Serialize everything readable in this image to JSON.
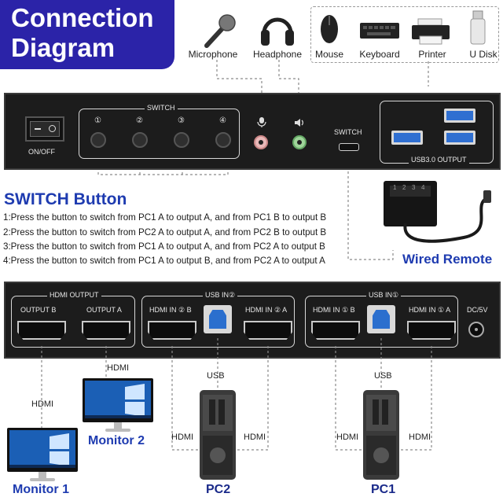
{
  "title": {
    "line1": "Connection",
    "line2": "Diagram"
  },
  "devices": {
    "microphone": "Microphone",
    "headphone": "Headphone",
    "mouse": "Mouse",
    "keyboard": "Keyboard",
    "printer": "Printer",
    "udisk": "U Disk"
  },
  "front_panel": {
    "switch_label": "SWITCH",
    "buttons": [
      "①",
      "②",
      "③",
      "④"
    ],
    "onoff": "ON/OFF",
    "mic_icon": "microphone-icon",
    "speaker_icon": "speaker-icon",
    "remote_switch": "SWITCH",
    "usb_output": "USB3.0 OUTPUT"
  },
  "switch_section": {
    "heading": "SWITCH Button",
    "steps": [
      "1:Press the button to switch from PC1 A to output A, and from PC1 B to output B",
      "2:Press the button to switch from PC2 A to output A, and from PC2 B to output B",
      "3:Press the button to switch from PC1 A to output A, and from PC2 A to output B",
      "4:Press the button to switch from PC1 A to output B, and from PC2 A to output A"
    ]
  },
  "remote": {
    "label": "Wired Remote",
    "keys": [
      "1",
      "2",
      "3",
      "4"
    ]
  },
  "back_panel": {
    "hdmi_output": "HDMI OUTPUT",
    "output_b": "OUTPUT B",
    "output_a": "OUTPUT A",
    "usb_in2": "USB IN②",
    "hdmi_in2b": "HDMI IN ② B",
    "hdmi_in2a": "HDMI IN ② A",
    "usb_in1": "USB IN①",
    "hdmi_in1b": "HDMI IN ① B",
    "hdmi_in1a": "HDMI IN ① A",
    "dc": "DC/5V"
  },
  "cables": {
    "hdmi": "HDMI",
    "usb": "USB"
  },
  "monitors": {
    "monitor1": "Monitor 1",
    "monitor2": "Monitor 2"
  },
  "pcs": {
    "pc1": "PC1",
    "pc2": "PC2"
  }
}
